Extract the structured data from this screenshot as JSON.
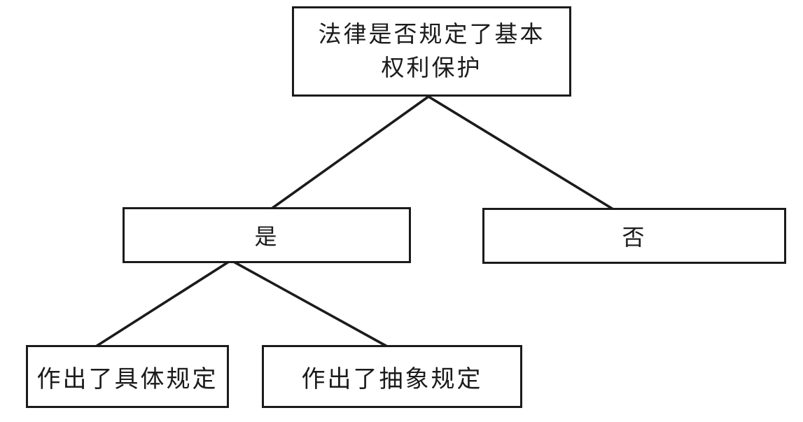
{
  "figure": {
    "type": "decision-tree"
  },
  "colors": {
    "line": "#1b1b1b",
    "text": "#1b1b1b",
    "node_fill": "#ffffff"
  },
  "nodes": {
    "root": {
      "label": "法律是否规定了基本权利保护",
      "lines": [
        "法律是否规定了基本",
        "权利保护"
      ]
    },
    "yes": {
      "label": "是"
    },
    "no": {
      "label": "否"
    },
    "concrete": {
      "label": "作出了具体规定"
    },
    "abstract": {
      "label": "作出了抽象规定"
    }
  },
  "edges": [
    {
      "from": "root",
      "to": "yes"
    },
    {
      "from": "root",
      "to": "no"
    },
    {
      "from": "yes",
      "to": "concrete"
    },
    {
      "from": "yes",
      "to": "abstract"
    }
  ]
}
